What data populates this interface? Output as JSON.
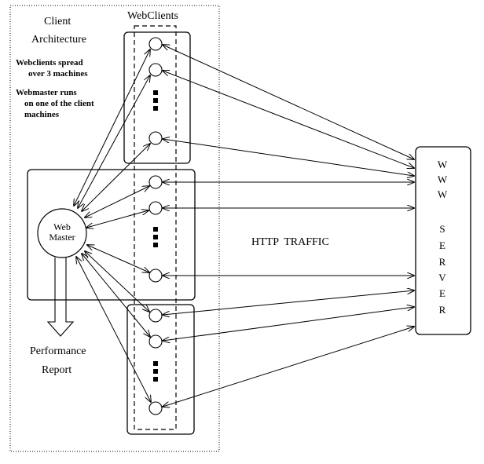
{
  "left_panel": {
    "title_line1": "Client",
    "title_line2": "Architecture",
    "note1_line1": "Webclients spread",
    "note1_line2": "over 3 machines",
    "note2_line1": "Webmaster runs",
    "note2_line2": "on one of the client",
    "note2_line3": "machines"
  },
  "webclients_label": "WebClients",
  "webmaster_line1": "Web",
  "webmaster_line2": "Master",
  "report_line1": "Performance",
  "report_line2": "Report",
  "traffic_label": "HTTP  TRAFFIC",
  "server_letters": [
    "W",
    "W",
    "W",
    "S",
    "E",
    "R",
    "V",
    "E",
    "R"
  ],
  "colors": {
    "ink": "#000000",
    "background": "#ffffff"
  }
}
